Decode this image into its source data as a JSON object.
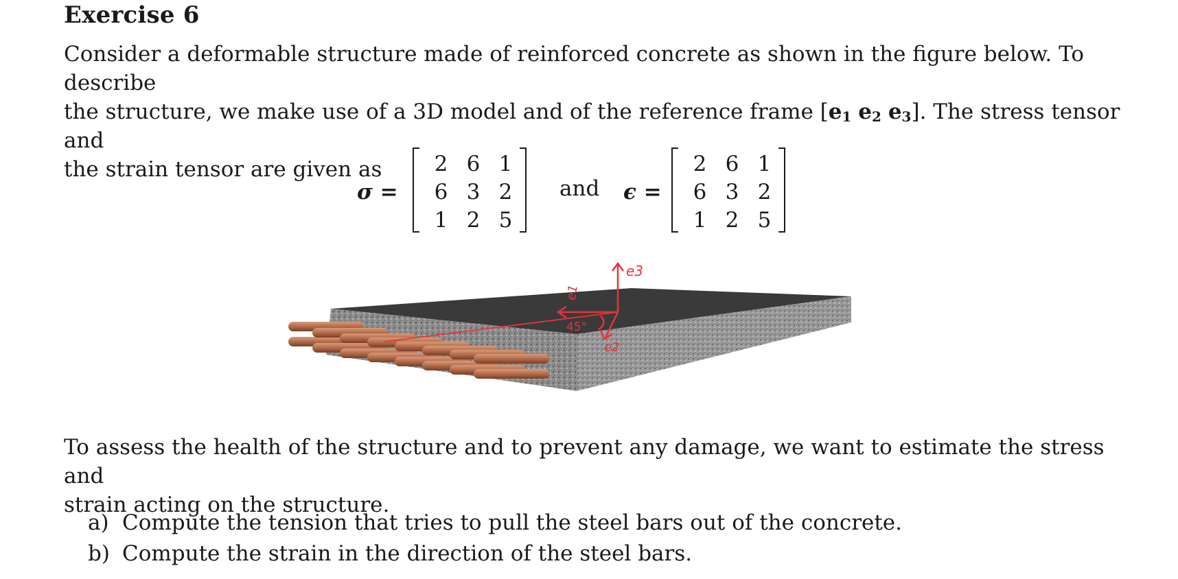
{
  "title": "Exercise 6",
  "intro": {
    "line1": "Consider a deformable structure made of reinforced concrete as shown in the figure below.  To describe",
    "line2_pre": "the structure, we make use of a 3D model and of the reference frame [",
    "e": "e",
    "sub1": "1",
    "sub2": "2",
    "sub3": "3",
    "line2_post": "].  The stress tensor and",
    "line3": "the strain tensor are given as"
  },
  "equation": {
    "sigma_symbol": "σ =",
    "and": "and",
    "epsilon_symbol": "ϵ =",
    "sigma_matrix": [
      [
        "2",
        "6",
        "1"
      ],
      [
        "6",
        "3",
        "2"
      ],
      [
        "1",
        "2",
        "5"
      ]
    ],
    "epsilon_matrix": [
      [
        "2",
        "6",
        "1"
      ],
      [
        "6",
        "3",
        "2"
      ],
      [
        "1",
        "2",
        "5"
      ]
    ]
  },
  "figure": {
    "label_e1": "e1",
    "label_e2": "e2",
    "label_e3": "e3",
    "label_angle": "45°",
    "annotation_color": "#e8323c"
  },
  "assessment": {
    "line1": "To assess the health of the structure and to prevent any damage, we want to estimate the stress and",
    "line2": "strain acting on the structure."
  },
  "questions": [
    {
      "label": "a)",
      "text": "Compute the tension that tries to pull the steel bars out of the concrete."
    },
    {
      "label": "b)",
      "text": "Compute the strain in the direction of the steel bars."
    }
  ]
}
